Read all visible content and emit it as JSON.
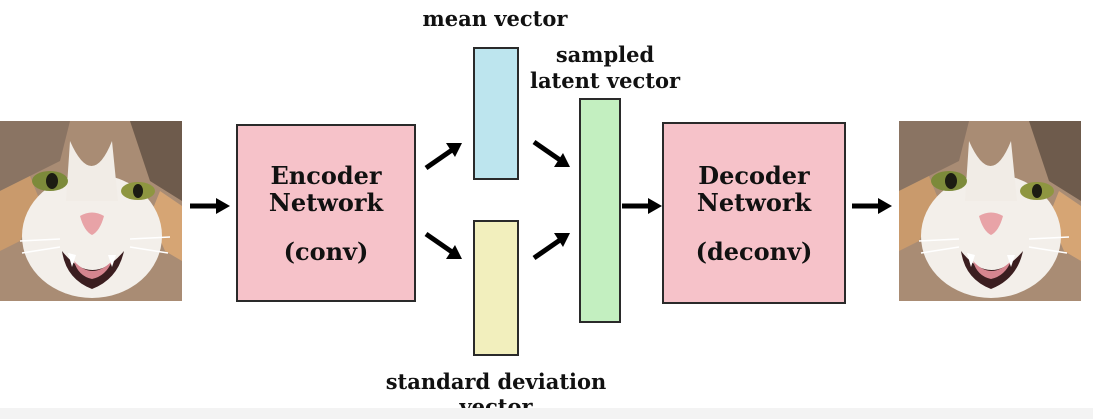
{
  "labels": {
    "mean_vector": "mean vector",
    "sampled_latent_line1": "sampled",
    "sampled_latent_line2": "latent vector",
    "std_dev_line1": "standard deviation",
    "std_dev_line2": "vector"
  },
  "encoder": {
    "line1": "Encoder",
    "line2": "Network",
    "sub": "(conv)"
  },
  "decoder": {
    "line1": "Decoder",
    "line2": "Network",
    "sub": "(deconv)"
  },
  "colors": {
    "network_box": "#f6c2c9",
    "mean_box": "#bde5ee",
    "std_box": "#f2efbd",
    "latent_box": "#c3efc0",
    "border": "#2a2a2a"
  },
  "icons": {
    "input_image": "cat-face-image",
    "output_image": "cat-face-image",
    "arrows": "right-arrow-icon"
  }
}
